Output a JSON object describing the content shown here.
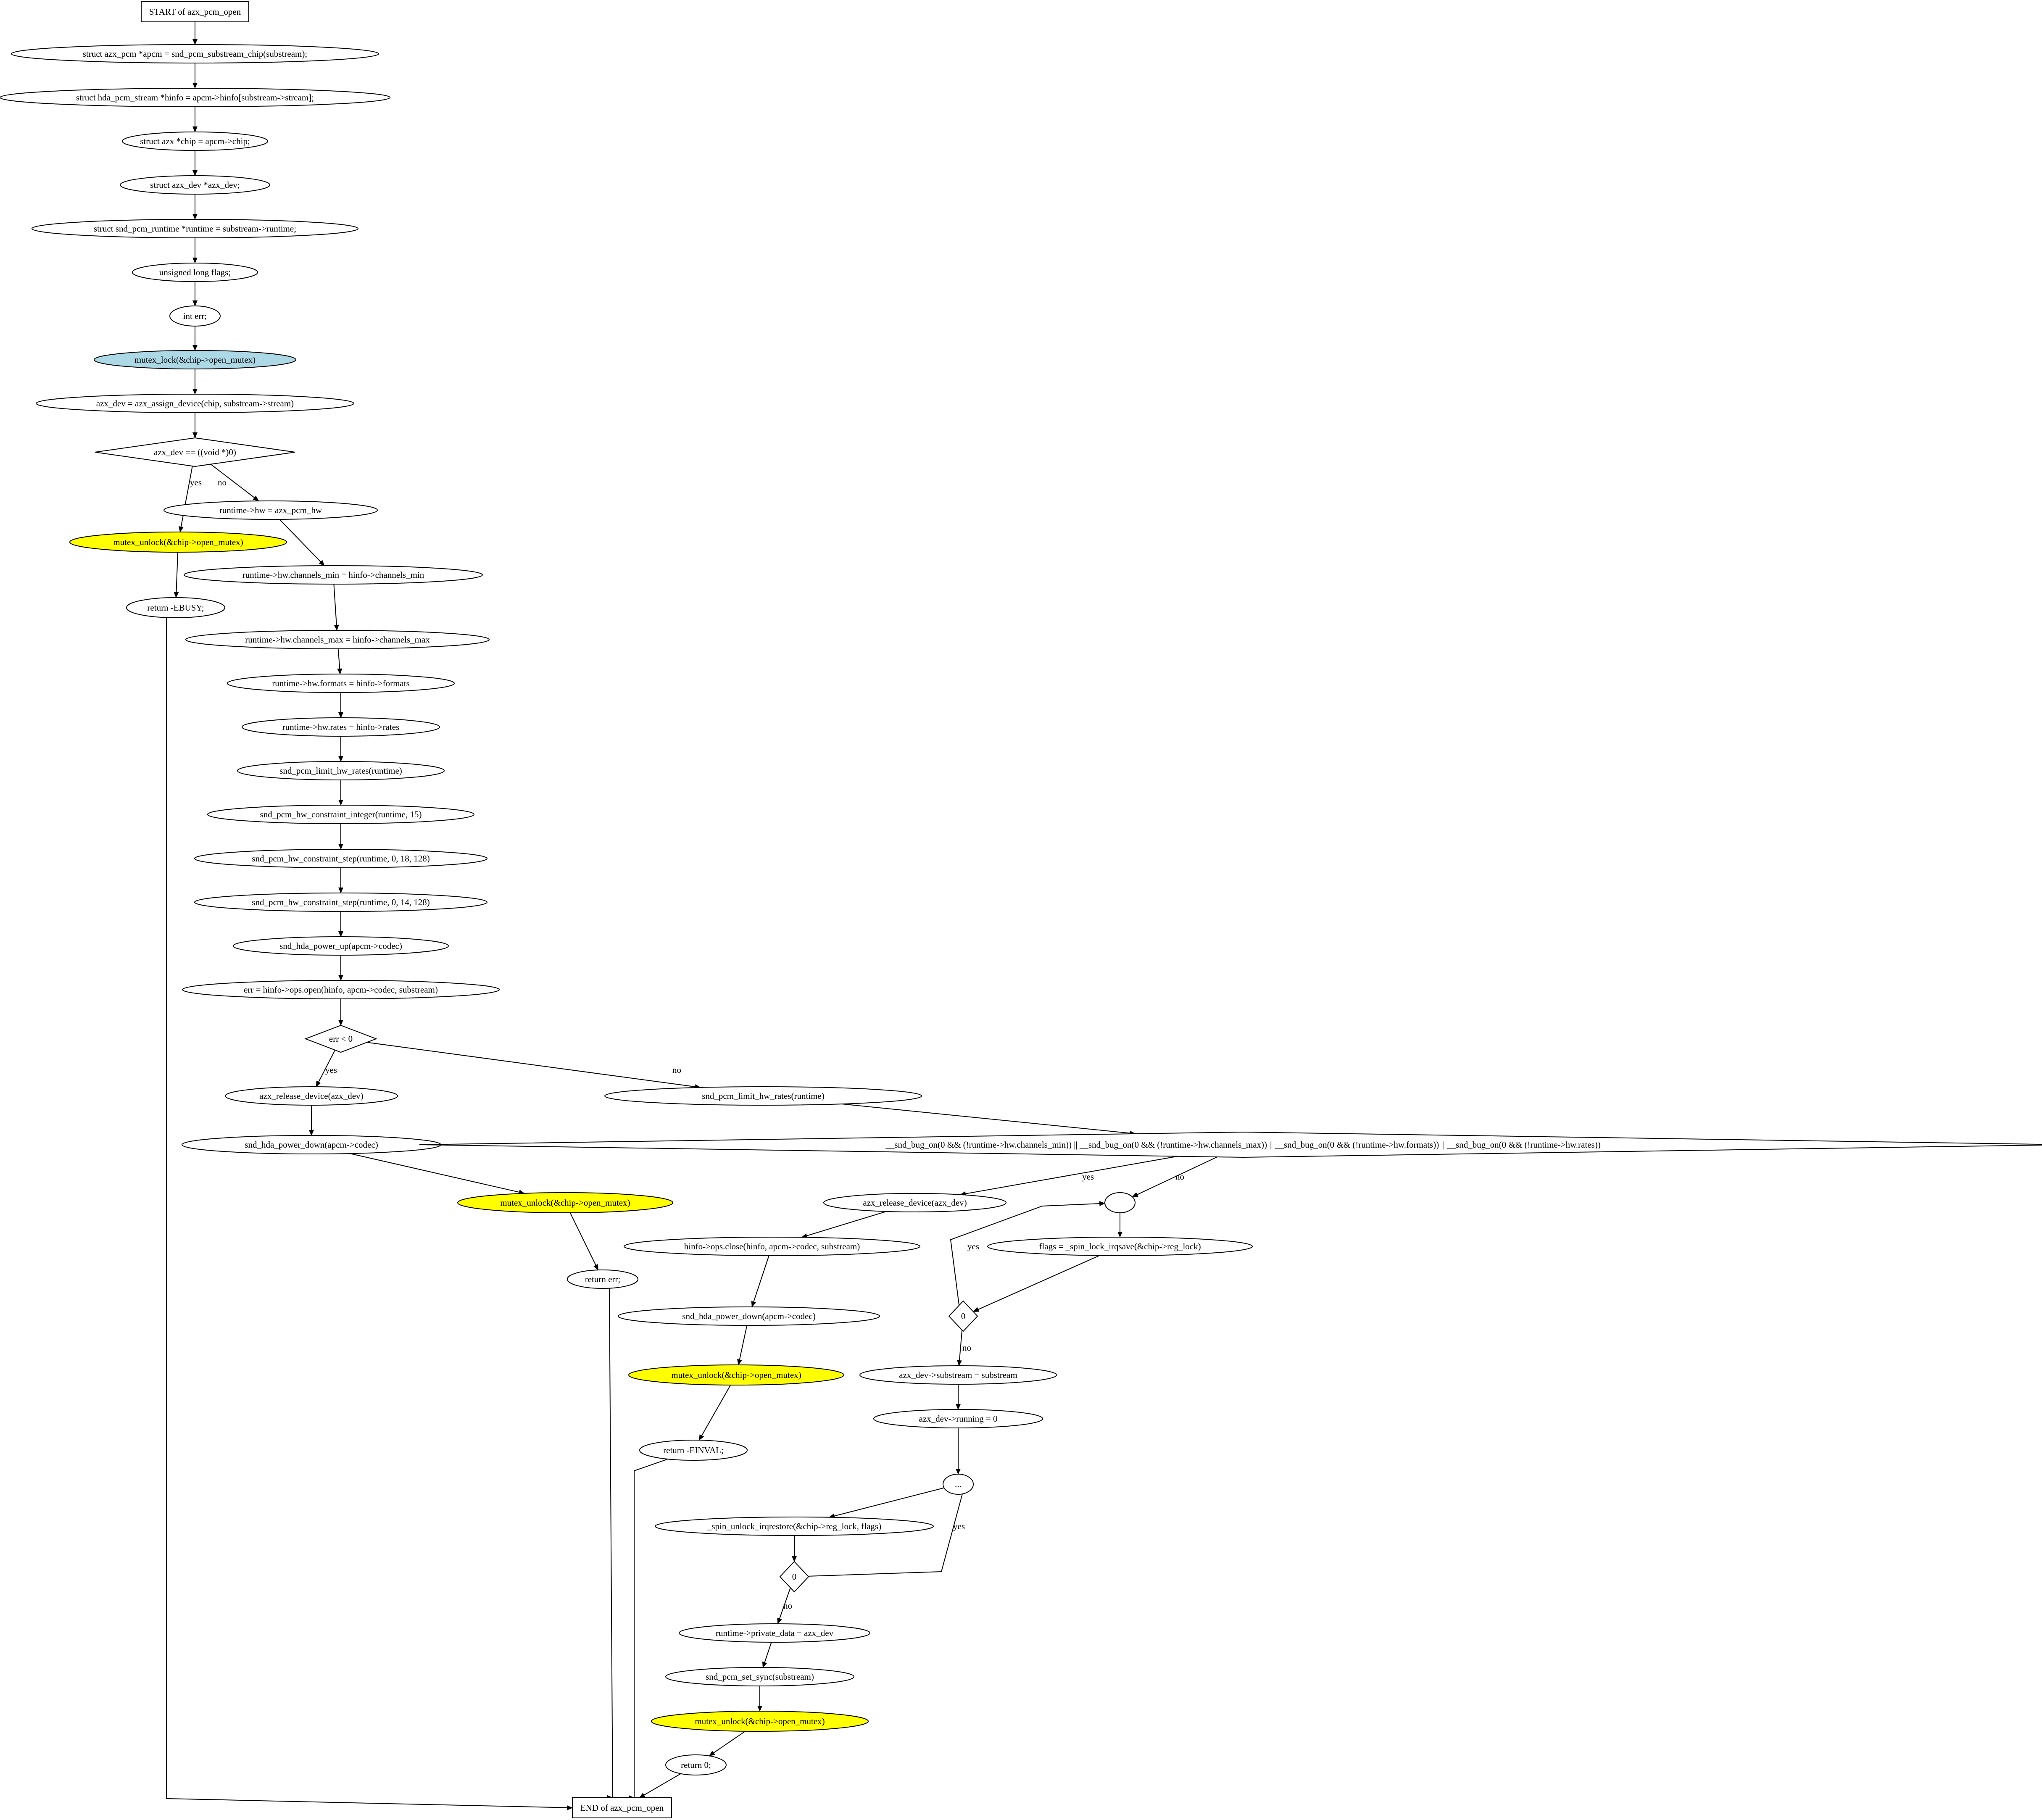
{
  "colors": {
    "lock": "#add8e6",
    "unlock": "#ffff00",
    "default": "#ffffff",
    "stroke": "#000000"
  },
  "nodes": [
    {
      "id": "start",
      "shape": "box",
      "label": "START of azx_pcm_open"
    },
    {
      "id": "n1",
      "shape": "ellipse",
      "label": "struct azx_pcm *apcm = snd_pcm_substream_chip(substream);"
    },
    {
      "id": "n2",
      "shape": "ellipse",
      "label": "struct hda_pcm_stream *hinfo = apcm->hinfo[substream->stream];"
    },
    {
      "id": "n3",
      "shape": "ellipse",
      "label": "struct azx *chip = apcm->chip;"
    },
    {
      "id": "n4",
      "shape": "ellipse",
      "label": "struct azx_dev *azx_dev;"
    },
    {
      "id": "n5",
      "shape": "ellipse",
      "label": "struct snd_pcm_runtime *runtime = substream->runtime;"
    },
    {
      "id": "n6",
      "shape": "ellipse",
      "label": "unsigned long flags;"
    },
    {
      "id": "n7",
      "shape": "ellipse",
      "label": "int err;"
    },
    {
      "id": "n8",
      "shape": "ellipse",
      "label": "mutex_lock(&chip->open_mutex)",
      "fill": "lock"
    },
    {
      "id": "n9",
      "shape": "ellipse",
      "label": "azx_dev = azx_assign_device(chip, substream->stream)"
    },
    {
      "id": "d1",
      "shape": "diamond",
      "label": "azx_dev == ((void *)0)"
    },
    {
      "id": "n10",
      "shape": "ellipse",
      "label": "mutex_unlock(&chip->open_mutex)",
      "fill": "unlock"
    },
    {
      "id": "n11",
      "shape": "ellipse",
      "label": "return -EBUSY;"
    },
    {
      "id": "n12",
      "shape": "ellipse",
      "label": "runtime->hw = azx_pcm_hw"
    },
    {
      "id": "n13",
      "shape": "ellipse",
      "label": "runtime->hw.channels_min = hinfo->channels_min"
    },
    {
      "id": "n14",
      "shape": "ellipse",
      "label": "runtime->hw.channels_max = hinfo->channels_max"
    },
    {
      "id": "n15",
      "shape": "ellipse",
      "label": "runtime->hw.formats = hinfo->formats"
    },
    {
      "id": "n16",
      "shape": "ellipse",
      "label": "runtime->hw.rates = hinfo->rates"
    },
    {
      "id": "n17",
      "shape": "ellipse",
      "label": "snd_pcm_limit_hw_rates(runtime)"
    },
    {
      "id": "n18",
      "shape": "ellipse",
      "label": "snd_pcm_hw_constraint_integer(runtime, 15)"
    },
    {
      "id": "n19",
      "shape": "ellipse",
      "label": "snd_pcm_hw_constraint_step(runtime, 0, 18, 128)"
    },
    {
      "id": "n20",
      "shape": "ellipse",
      "label": "snd_pcm_hw_constraint_step(runtime, 0, 14, 128)"
    },
    {
      "id": "n21",
      "shape": "ellipse",
      "label": "snd_hda_power_up(apcm->codec)"
    },
    {
      "id": "n22",
      "shape": "ellipse",
      "label": "err = hinfo->ops.open(hinfo, apcm->codec, substream)"
    },
    {
      "id": "d2",
      "shape": "diamond",
      "label": "err < 0"
    },
    {
      "id": "n23",
      "shape": "ellipse",
      "label": "azx_release_device(azx_dev)"
    },
    {
      "id": "n24",
      "shape": "ellipse",
      "label": "snd_hda_power_down(apcm->codec)"
    },
    {
      "id": "n25",
      "shape": "ellipse",
      "label": "mutex_unlock(&chip->open_mutex)",
      "fill": "unlock"
    },
    {
      "id": "n26",
      "shape": "ellipse",
      "label": "return err;"
    },
    {
      "id": "n27",
      "shape": "ellipse",
      "label": "snd_pcm_limit_hw_rates(runtime)"
    },
    {
      "id": "d3",
      "shape": "diamond",
      "label": "__snd_bug_on(0 && (!runtime->hw.channels_min)) || __snd_bug_on(0 && (!runtime->hw.channels_max)) || __snd_bug_on(0 && (!runtime->hw.formats)) || __snd_bug_on(0 && (!runtime->hw.rates))"
    },
    {
      "id": "n28",
      "shape": "ellipse",
      "label": "azx_release_device(azx_dev)"
    },
    {
      "id": "n29",
      "shape": "ellipse",
      "label": "hinfo->ops.close(hinfo, apcm->codec, substream)"
    },
    {
      "id": "n30",
      "shape": "ellipse",
      "label": "snd_hda_power_down(apcm->codec)"
    },
    {
      "id": "n31",
      "shape": "ellipse",
      "label": "mutex_unlock(&chip->open_mutex)",
      "fill": "unlock"
    },
    {
      "id": "n32",
      "shape": "ellipse",
      "label": "return -EINVAL;"
    },
    {
      "id": "j1",
      "shape": "ellipse",
      "label": ""
    },
    {
      "id": "n33",
      "shape": "ellipse",
      "label": "flags = _spin_lock_irqsave(&chip->reg_lock)"
    },
    {
      "id": "d4",
      "shape": "diamond",
      "label": "0"
    },
    {
      "id": "n34",
      "shape": "ellipse",
      "label": "azx_dev->substream = substream"
    },
    {
      "id": "n35",
      "shape": "ellipse",
      "label": "azx_dev->running = 0"
    },
    {
      "id": "j2",
      "shape": "ellipse",
      "label": "..."
    },
    {
      "id": "n36",
      "shape": "ellipse",
      "label": "_spin_unlock_irqrestore(&chip->reg_lock, flags)"
    },
    {
      "id": "d5",
      "shape": "diamond",
      "label": "0"
    },
    {
      "id": "n37",
      "shape": "ellipse",
      "label": "runtime->private_data = azx_dev"
    },
    {
      "id": "n38",
      "shape": "ellipse",
      "label": "snd_pcm_set_sync(substream)"
    },
    {
      "id": "n39",
      "shape": "ellipse",
      "label": "mutex_unlock(&chip->open_mutex)",
      "fill": "unlock"
    },
    {
      "id": "n40",
      "shape": "ellipse",
      "label": "return 0;"
    },
    {
      "id": "end",
      "shape": "box",
      "label": "END of azx_pcm_open"
    }
  ],
  "edges": [
    {
      "from": "start",
      "to": "n1",
      "label": ""
    },
    {
      "from": "n1",
      "to": "n2",
      "label": ""
    },
    {
      "from": "n2",
      "to": "n3",
      "label": ""
    },
    {
      "from": "n3",
      "to": "n4",
      "label": ""
    },
    {
      "from": "n4",
      "to": "n5",
      "label": ""
    },
    {
      "from": "n5",
      "to": "n6",
      "label": ""
    },
    {
      "from": "n6",
      "to": "n7",
      "label": ""
    },
    {
      "from": "n7",
      "to": "n8",
      "label": ""
    },
    {
      "from": "n8",
      "to": "n9",
      "label": ""
    },
    {
      "from": "n9",
      "to": "d1",
      "label": ""
    },
    {
      "from": "d1",
      "to": "n10",
      "label": "yes"
    },
    {
      "from": "d1",
      "to": "n12",
      "label": "no"
    },
    {
      "from": "n10",
      "to": "n11",
      "label": ""
    },
    {
      "from": "n11",
      "to": "end",
      "label": ""
    },
    {
      "from": "n12",
      "to": "n13",
      "label": ""
    },
    {
      "from": "n13",
      "to": "n14",
      "label": ""
    },
    {
      "from": "n14",
      "to": "n15",
      "label": ""
    },
    {
      "from": "n15",
      "to": "n16",
      "label": ""
    },
    {
      "from": "n16",
      "to": "n17",
      "label": ""
    },
    {
      "from": "n17",
      "to": "n18",
      "label": ""
    },
    {
      "from": "n18",
      "to": "n19",
      "label": ""
    },
    {
      "from": "n19",
      "to": "n20",
      "label": ""
    },
    {
      "from": "n20",
      "to": "n21",
      "label": ""
    },
    {
      "from": "n21",
      "to": "n22",
      "label": ""
    },
    {
      "from": "n22",
      "to": "d2",
      "label": ""
    },
    {
      "from": "d2",
      "to": "n23",
      "label": "yes"
    },
    {
      "from": "d2",
      "to": "n27",
      "label": "no"
    },
    {
      "from": "n23",
      "to": "n24",
      "label": ""
    },
    {
      "from": "n24",
      "to": "n25",
      "label": ""
    },
    {
      "from": "n25",
      "to": "n26",
      "label": ""
    },
    {
      "from": "n26",
      "to": "end",
      "label": ""
    },
    {
      "from": "n27",
      "to": "d3",
      "label": ""
    },
    {
      "from": "d3",
      "to": "n28",
      "label": "yes"
    },
    {
      "from": "d3",
      "to": "j1",
      "label": "no"
    },
    {
      "from": "n28",
      "to": "n29",
      "label": ""
    },
    {
      "from": "n29",
      "to": "n30",
      "label": ""
    },
    {
      "from": "n30",
      "to": "n31",
      "label": ""
    },
    {
      "from": "n31",
      "to": "n32",
      "label": ""
    },
    {
      "from": "n32",
      "to": "end",
      "label": ""
    },
    {
      "from": "j1",
      "to": "n33",
      "label": ""
    },
    {
      "from": "n33",
      "to": "d4",
      "label": ""
    },
    {
      "from": "d4",
      "to": "j1",
      "label": "yes"
    },
    {
      "from": "d4",
      "to": "n34",
      "label": "no"
    },
    {
      "from": "n34",
      "to": "n35",
      "label": ""
    },
    {
      "from": "n35",
      "to": "j2",
      "label": ""
    },
    {
      "from": "j2",
      "to": "n36",
      "label": ""
    },
    {
      "from": "n36",
      "to": "d5",
      "label": ""
    },
    {
      "from": "d5",
      "to": "j2",
      "label": "yes"
    },
    {
      "from": "d5",
      "to": "n37",
      "label": "no"
    },
    {
      "from": "n37",
      "to": "n38",
      "label": ""
    },
    {
      "from": "n38",
      "to": "n39",
      "label": ""
    },
    {
      "from": "n39",
      "to": "n40",
      "label": ""
    },
    {
      "from": "n40",
      "to": "end",
      "label": ""
    }
  ]
}
